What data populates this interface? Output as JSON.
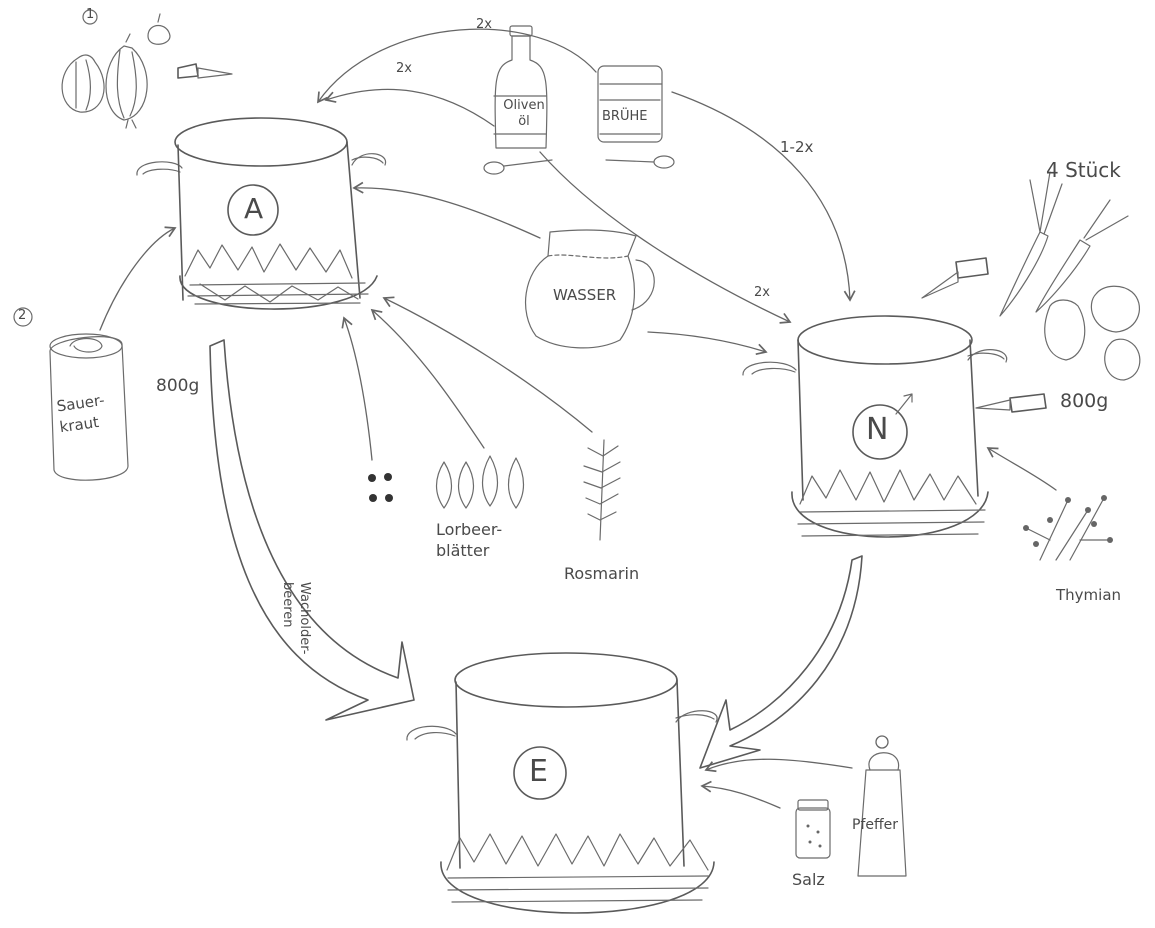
{
  "markers": {
    "onions_step": "1",
    "sauerkraut_step": "2"
  },
  "pots": {
    "pot_a": {
      "symbol": "A"
    },
    "pot_n": {
      "symbol": "N"
    },
    "pot_e": {
      "symbol": "E"
    }
  },
  "ingredients": {
    "olive_oil": {
      "label": "Oliven öl"
    },
    "broth": {
      "label": "BRÜHE"
    },
    "water": {
      "label": "WASSER"
    },
    "sauerkraut": {
      "label": "Sauer-kraut"
    },
    "juniper": {
      "label": "Wacholder-beeren"
    },
    "bay_leaves": {
      "label": "Lorbeer-blätter"
    },
    "rosemary": {
      "label": "Rosmarin"
    },
    "thyme": {
      "label": "Thymian"
    },
    "salt": {
      "label": "Salz"
    },
    "pepper": {
      "label": "Pfeffer"
    }
  },
  "quantities": {
    "oil_top": "2x",
    "oil_side": "2x",
    "broth_to_pot_n": "1-2x",
    "water_to_pot_n": "2x",
    "sauerkraut": "800g",
    "carrots": "4 Stück",
    "potatoes": "800g"
  }
}
